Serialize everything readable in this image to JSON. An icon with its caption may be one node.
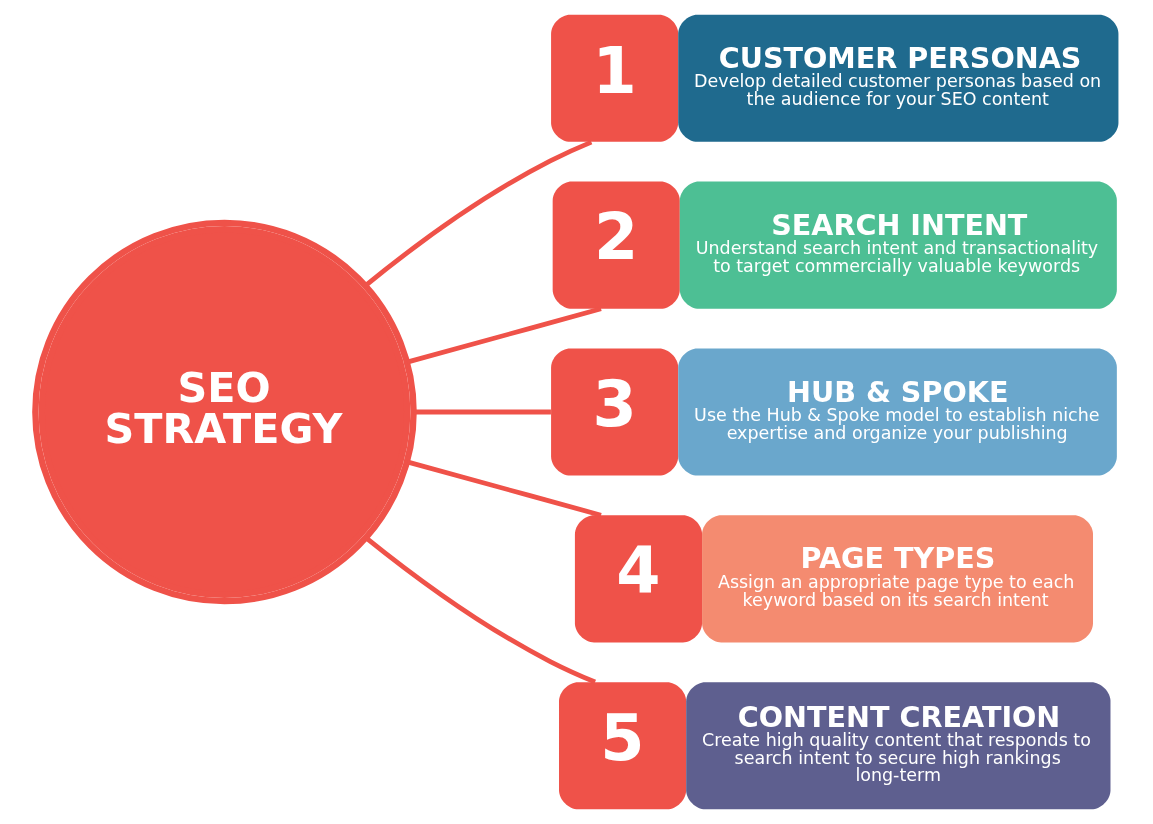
{
  "diagram": {
    "nodes": [
      {
        "text": [
          "SEO STRATEGY"
        ]
      },
      {
        "text": [
          "1",
          "CUSTOMER PERSONAS",
          "Develop detailed customer personas based on the audience for your SEO content"
        ]
      },
      {
        "text": [
          "2",
          "SEARCH INTENT",
          "Understand search intent and transactionality to target commercially valuable keywords"
        ]
      },
      {
        "text": [
          "3",
          "HUB & SPOKE",
          "Use the Hub & Spoke model to establish niche expertise and organize your publishing"
        ]
      },
      {
        "text": [
          "4",
          "PAGE TYPES",
          "Assign an appropriate page type to each keyword based on its search intent"
        ]
      },
      {
        "text": [
          "5",
          "CONTENT CREATION",
          "Create high quality content that responds to search intent to secure high rankings long-term"
        ]
      }
    ],
    "edges": [
      {
        "from": 0,
        "to": 1,
        "arrow": "none"
      },
      {
        "from": 0,
        "to": 2,
        "arrow": "none"
      },
      {
        "from": 0,
        "to": 3,
        "arrow": "none"
      },
      {
        "from": 0,
        "to": 4,
        "arrow": "none"
      },
      {
        "from": 0,
        "to": 5,
        "arrow": "none"
      }
    ]
  }
}
